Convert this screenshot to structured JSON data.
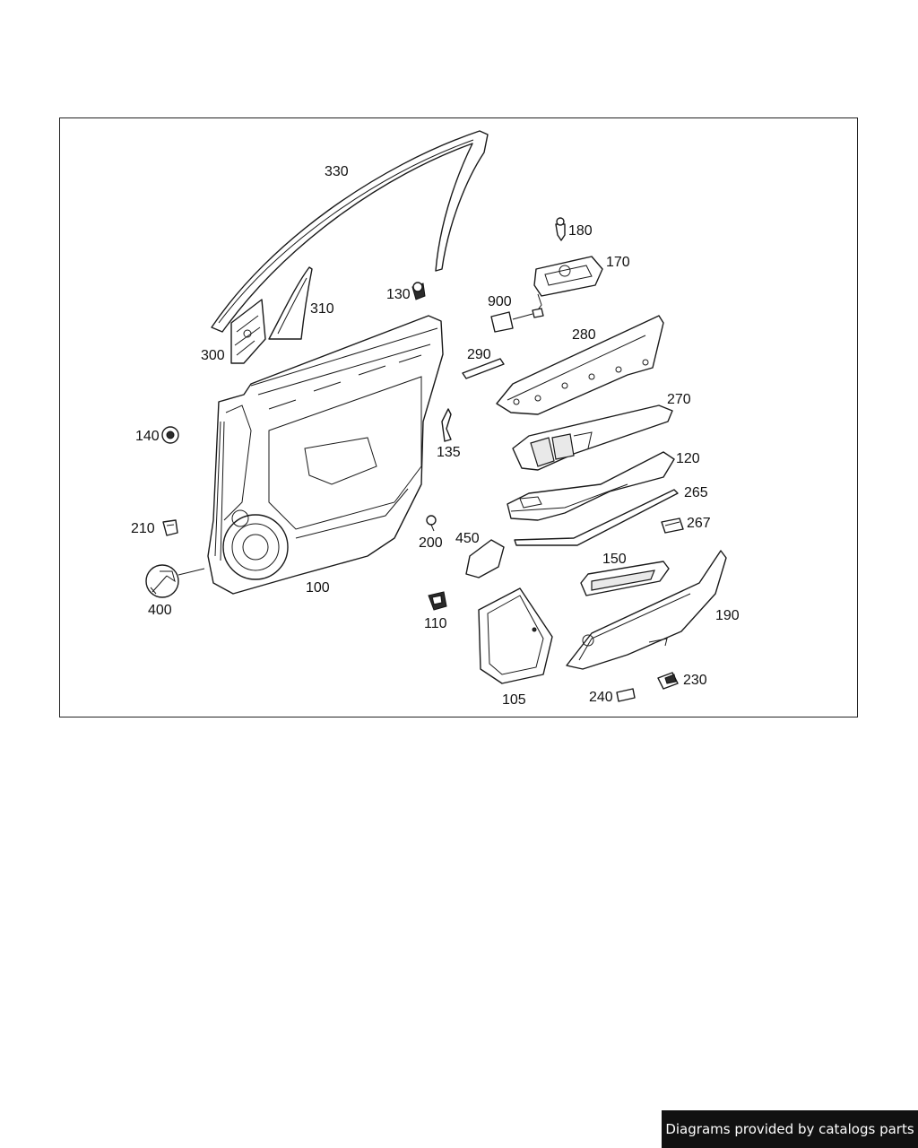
{
  "diagram": {
    "callouts": {
      "p100": "100",
      "p105": "105",
      "p110": "110",
      "p120": "120",
      "p130": "130",
      "p135": "135",
      "p140": "140",
      "p150": "150",
      "p170": "170",
      "p180": "180",
      "p190": "190",
      "p200": "200",
      "p210": "210",
      "p230": "230",
      "p240": "240",
      "p265": "265",
      "p267": "267",
      "p270": "270",
      "p280": "280",
      "p290": "290",
      "p300": "300",
      "p310": "310",
      "p330": "330",
      "p400": "400",
      "p450": "450",
      "p900": "900"
    }
  },
  "footer": {
    "credit": "Diagrams provided by catalogs parts"
  }
}
